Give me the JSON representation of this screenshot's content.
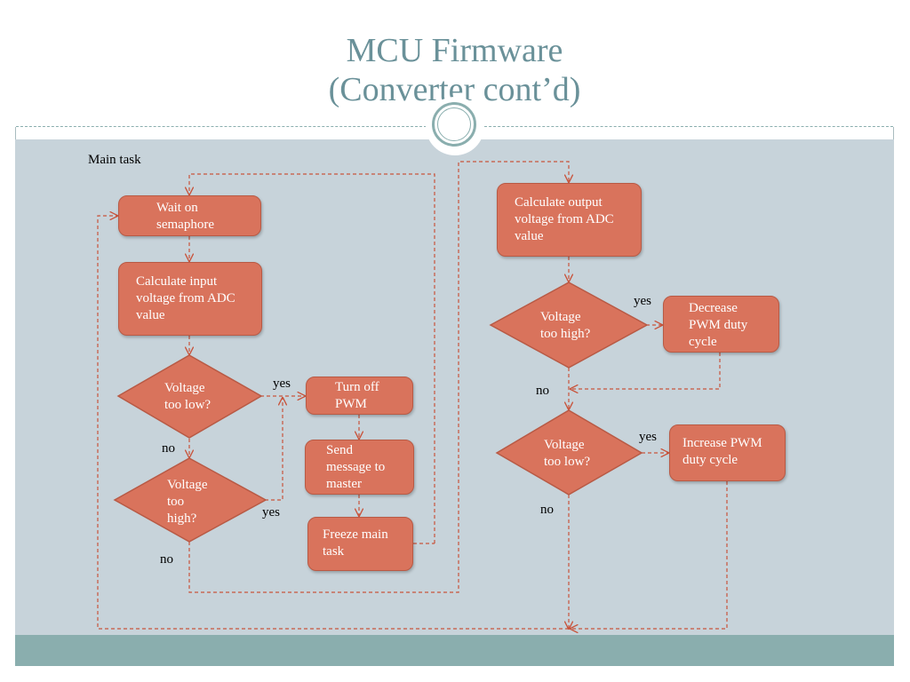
{
  "title": {
    "line1": "MCU Firmware",
    "line2": "(Converter cont’d)"
  },
  "section_label": "Main task",
  "boxes": {
    "wait_semaphore": "Wait on semaphore",
    "calc_input": "Calculate input voltage from ADC value",
    "turn_off_pwm": "Turn off PWM",
    "send_message": "Send message to master",
    "freeze_main": "Freeze main task",
    "calc_output": "Calculate output voltage from ADC value",
    "decrease_pwm": "Decrease PWM duty cycle",
    "increase_pwm": "Increase PWM duty cycle"
  },
  "decisions": {
    "left_too_low": "Voltage\ntoo low?",
    "left_too_high": "Voltage\ntoo\nhigh?",
    "right_too_high": "Voltage\ntoo high?",
    "right_too_low": "Voltage\ntoo low?"
  },
  "edge_labels": {
    "yes": "yes",
    "no": "no"
  },
  "colors": {
    "shape_fill": "#d9735c",
    "shape_border": "#b85a45",
    "connector": "#c8543c",
    "content_bg": "#c7d3da",
    "title": "#6a9199",
    "footer": "#8aaeae"
  }
}
